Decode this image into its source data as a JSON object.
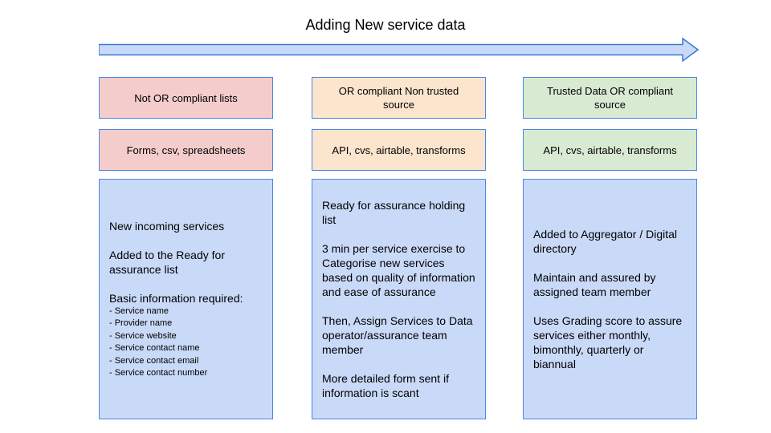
{
  "title": "Adding New service data",
  "colors": {
    "border_blue": "#4a86e8",
    "arrow_fill": "#c9daf8",
    "arrow_border": "#3c78d8",
    "pink": "#f4cccc",
    "orange": "#fce5cd",
    "green": "#d9ead3",
    "blue": "#c9daf8"
  },
  "columns": [
    {
      "header": "Not OR compliant lists",
      "sources": "Forms, csv, spreadsheets",
      "details": [
        {
          "style": "body",
          "text": "New incoming services"
        },
        {
          "style": "body",
          "text": "Added to the Ready for assurance list"
        },
        {
          "style": "body-tight",
          "text": "Basic information required:"
        },
        {
          "style": "small",
          "text": "- Service name"
        },
        {
          "style": "small",
          "text": "- Provider name"
        },
        {
          "style": "small",
          "text": "- Service website"
        },
        {
          "style": "small",
          "text": "- Service contact name"
        },
        {
          "style": "small",
          "text": "- Service contact email"
        },
        {
          "style": "small",
          "text": "- Service contact number"
        }
      ]
    },
    {
      "header": "OR compliant Non trusted source",
      "sources": "API, cvs, airtable, transforms",
      "details": [
        {
          "style": "body",
          "text": "Ready for assurance holding list"
        },
        {
          "style": "body",
          "text": "3 min per service exercise to Categorise new services based on quality of information and ease of assurance"
        },
        {
          "style": "body",
          "text": "Then, Assign Services to Data operator/assurance team member"
        },
        {
          "style": "body",
          "text": "More detailed form sent if information is scant"
        }
      ]
    },
    {
      "header": "Trusted Data OR compliant source",
      "sources": "API, cvs, airtable, transforms",
      "details": [
        {
          "style": "body",
          "text": "Added to Aggregator / Digital directory"
        },
        {
          "style": "body",
          "text": "Maintain and assured by assigned team member"
        },
        {
          "style": "body",
          "text": "Uses Grading score to assure services either monthly, bimonthly, quarterly or biannual"
        }
      ]
    }
  ]
}
